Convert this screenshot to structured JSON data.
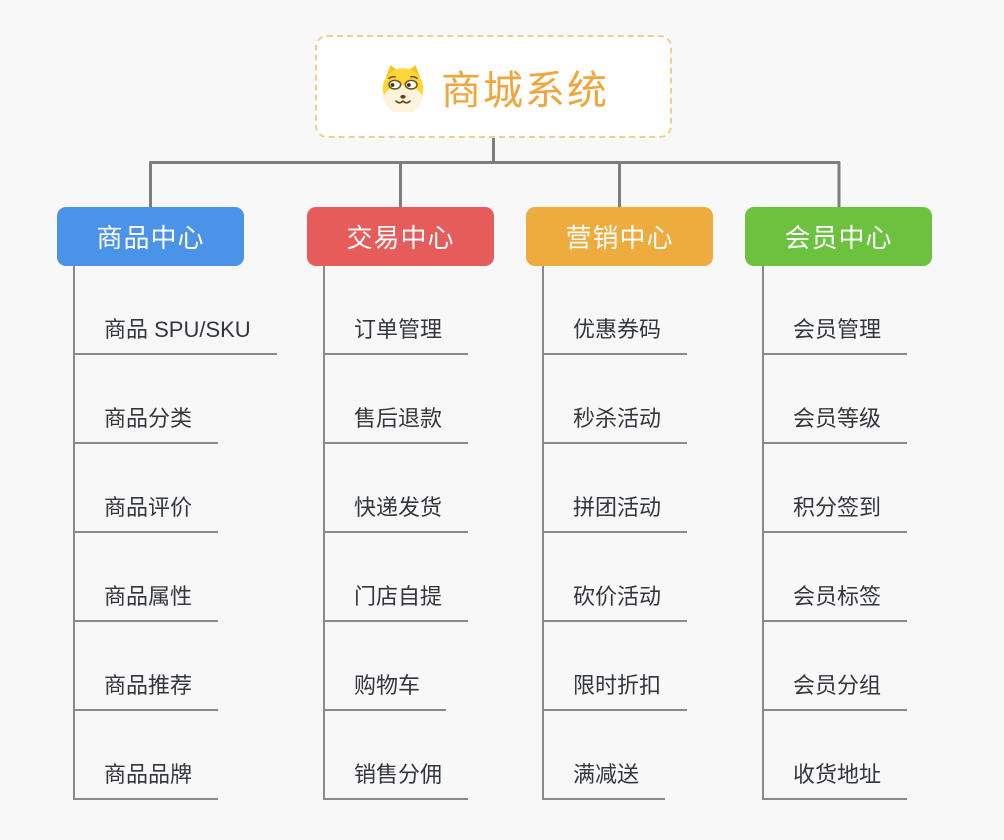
{
  "root": {
    "title": "商城系统",
    "icon": "doge-face-icon"
  },
  "branches": [
    {
      "label": "商品中心",
      "color": "#4b93e8",
      "items": [
        "商品 SPU/SKU",
        "商品分类",
        "商品评价",
        "商品属性",
        "商品推荐",
        "商品品牌"
      ]
    },
    {
      "label": "交易中心",
      "color": "#e65c5b",
      "items": [
        "订单管理",
        "售后退款",
        "快递发货",
        "门店自提",
        "购物车",
        "销售分佣"
      ]
    },
    {
      "label": "营销中心",
      "color": "#eeac3e",
      "items": [
        "优惠券码",
        "秒杀活动",
        "拼团活动",
        "砍价活动",
        "限时折扣",
        "满减送"
      ]
    },
    {
      "label": "会员中心",
      "color": "#6cc13f",
      "items": [
        "会员管理",
        "会员等级",
        "积分签到",
        "会员标签",
        "会员分组",
        "收货地址"
      ]
    }
  ],
  "colors": {
    "background": "#f8f8f8",
    "connector": "#7e7e7e",
    "leaf_line": "#8a8a8a",
    "root_accent": "#f0a63c",
    "root_border": "#f3cc8e",
    "leaf_text": "#33363b"
  }
}
